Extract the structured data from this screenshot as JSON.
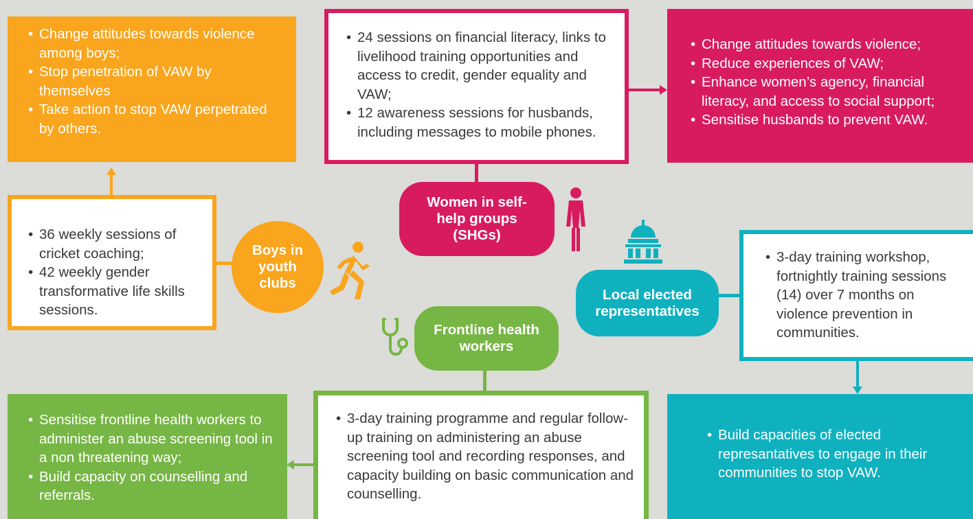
{
  "boys": {
    "label": "Boys in youth clubs",
    "activities": [
      "36 weekly sessions of cricket coaching;",
      "42 weekly gender transformative life skills sessions."
    ],
    "outcomes": [
      "Change attitudes towards violence among boys;",
      "Stop penetration of VAW by themselves",
      "Take action to stop VAW perpetrated by others."
    ],
    "color": "#f9a51d"
  },
  "women": {
    "label": "Women in self-help groups (SHGs)",
    "activities": [
      "24 sessions on financial literacy, links to livelihood training opportunities and access to credit, gender equality and VAW;",
      "12 awareness sessions for husbands, including messages to mobile phones."
    ],
    "outcomes": [
      "Change attitudes towards violence;",
      "Reduce experiences of VAW;",
      "Enhance women’s agency, financial literacy, and access to social support;",
      "Sensitise husbands to prevent VAW."
    ],
    "color": "#d81b5f"
  },
  "health": {
    "label": "Frontline health workers",
    "activities": [
      "3-day training programme and regular follow-up training on administering an abuse screening tool and recording responses, and capacity building on basic communication and counselling."
    ],
    "outcomes": [
      "Sensitise frontline health workers to administer an abuse screening tool in a non threatening way;",
      "Build capacity on counselling and referrals."
    ],
    "color": "#76b644"
  },
  "elected": {
    "label": "Local elected representatives",
    "activities": [
      "3-day training workshop, fortnightly training sessions (14) over 7 months on violence prevention in communities."
    ],
    "outcomes": [
      "Build capacities of elected represantatives to engage in their communities to stop VAW."
    ],
    "color": "#0fb1bf"
  }
}
